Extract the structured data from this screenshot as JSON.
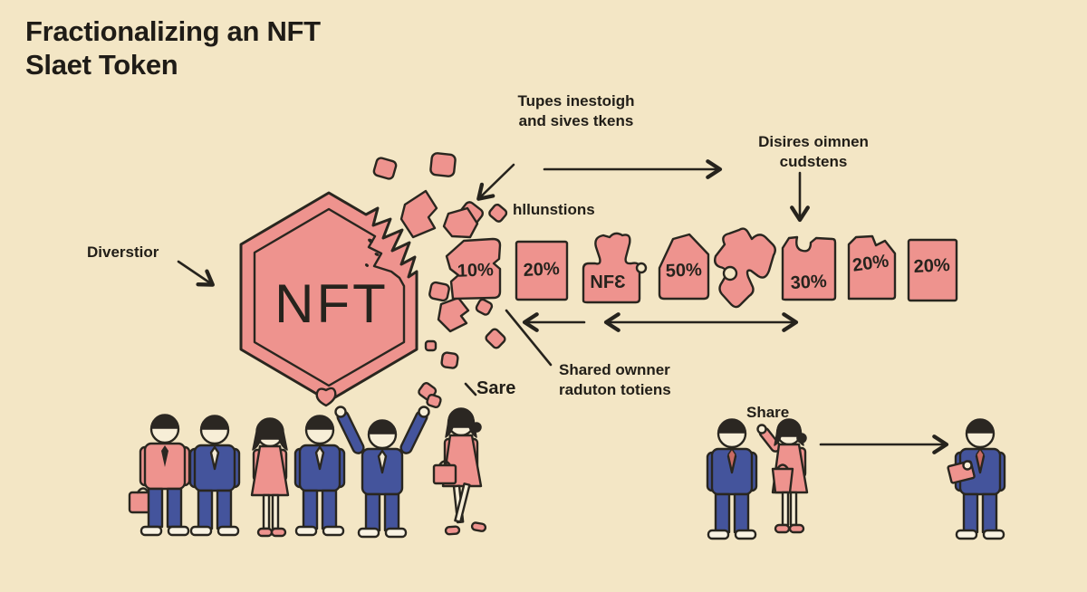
{
  "canvas": {
    "bg": "#f3e6c5",
    "ink": "#26231d",
    "pink": "#ee938e",
    "blue": "#44549c"
  },
  "title": "Fractionalizing an NFT\nSlaet Token",
  "hexagon": {
    "label": "NFT"
  },
  "labels": {
    "invest": "Tupes inestoigh\nand sives tkens",
    "customers": "Disires oimnen\ncudstens",
    "illustrations": "hllunstions",
    "diversion": "Diverstior",
    "shared_ownership": "Shared ownner\nraduton totiens",
    "sare": "Sare",
    "share": "Share"
  },
  "tokens": [
    {
      "label": "10%"
    },
    {
      "label": "20%"
    },
    {
      "label": "NFƐ"
    },
    {
      "label": "50%"
    },
    {
      "label": ""
    },
    {
      "label": "30%"
    },
    {
      "label": "20%"
    },
    {
      "label": "20%"
    }
  ]
}
